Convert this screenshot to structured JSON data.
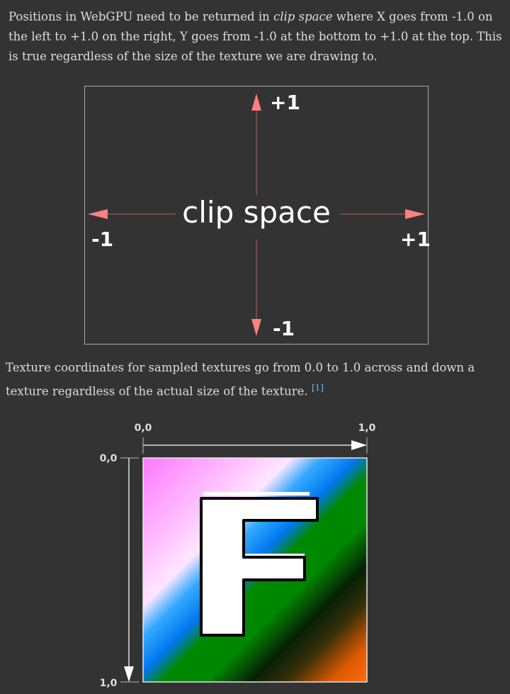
{
  "paragraphs": {
    "p1_before": "Positions in WebGPU need to be returned in ",
    "p1_em": "clip space",
    "p1_after": " where X goes from -1.0 on the left to +1.0 on the right, Y goes from -1.0 at the bottom to +1.0 at the top. This is true regardless of the size of the texture we are drawing to.",
    "p2": "Texture coordinates for sampled textures go from 0.0 to 1.0 across and down a texture regardless of the actual size of the texture. ",
    "footnote": "[1]"
  },
  "clip_diagram": {
    "center_label": "clip space",
    "top_label": "+1",
    "bottom_label": "-1",
    "left_label": "-1",
    "right_label": "+1",
    "arrow_color": "#ff7f7f",
    "axis_color": "#b0666a"
  },
  "texture_diagram": {
    "top_left_label": "0,0",
    "top_right_label": "1,0",
    "left_top_label": "0,0",
    "left_bottom_label": "1,0",
    "letter": "F",
    "colors": {
      "magenta": "#ff77ff",
      "pink": "#ffc0ff",
      "blue": "#0088ff",
      "green": "#008800",
      "dark": "#062006",
      "orange": "#ff6600"
    }
  }
}
